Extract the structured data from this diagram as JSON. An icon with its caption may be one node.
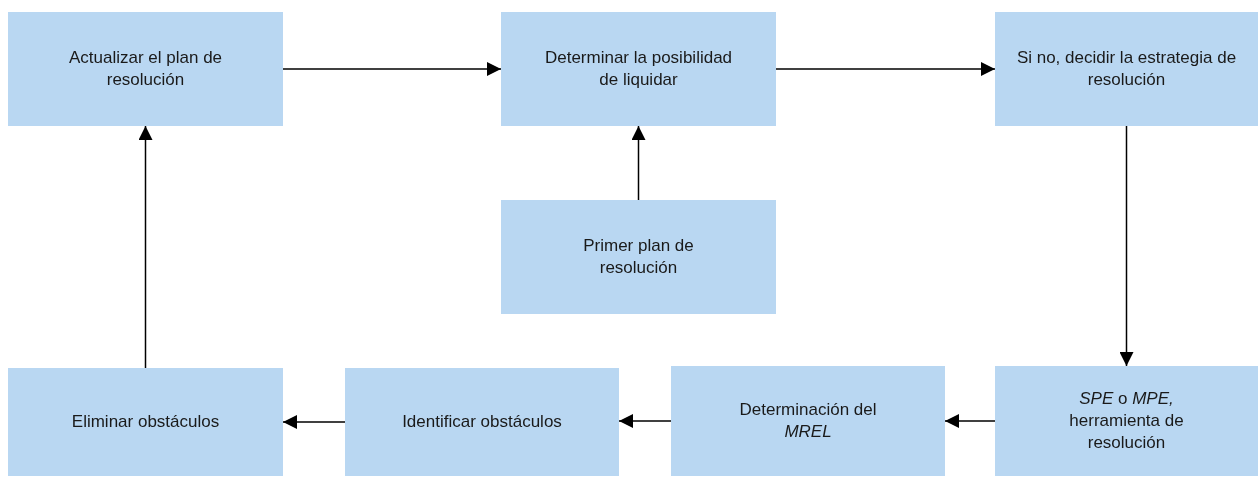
{
  "diagram": {
    "nodes": [
      {
        "text": [
          "Actualizar el plan de resolución"
        ]
      },
      {
        "text": [
          "Determinar la posibilidad de liquidar"
        ]
      },
      {
        "text": [
          "Si no, decidir la estrategia de resolución"
        ]
      },
      {
        "text": [
          "Primer plan de resolución"
        ]
      },
      {
        "text": [
          "*SPE* o *MPE,* herramienta de resolución"
        ]
      },
      {
        "text": [
          "Determinación del *MREL*"
        ]
      },
      {
        "text": [
          "Identificar obstáculos"
        ]
      },
      {
        "text": [
          "Eliminar obstáculos"
        ]
      }
    ],
    "edges": [
      {
        "from": 0,
        "to": 1,
        "arrow": "to"
      },
      {
        "from": 1,
        "to": 2,
        "arrow": "to"
      },
      {
        "from": 3,
        "to": 1,
        "arrow": "to"
      },
      {
        "from": 2,
        "to": 4,
        "arrow": "to"
      },
      {
        "from": 4,
        "to": 5,
        "arrow": "to"
      },
      {
        "from": 5,
        "to": 6,
        "arrow": "to"
      },
      {
        "from": 6,
        "to": 7,
        "arrow": "to"
      },
      {
        "from": 7,
        "to": 0,
        "arrow": "to"
      }
    ]
  }
}
